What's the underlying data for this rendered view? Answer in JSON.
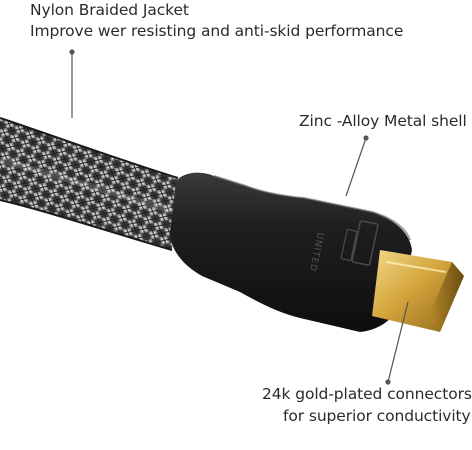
{
  "callouts": {
    "jacket": {
      "title": "Nylon Braided Jacket",
      "desc": "Improve wer resisting and anti-skid performance"
    },
    "shell": {
      "title": "Zinc -Alloy Metal shell"
    },
    "connector": {
      "line1": "24k gold-plated connectors",
      "line2": "for superior conductivity"
    }
  },
  "product_marking": "UNITED",
  "colors": {
    "background": "#ffffff",
    "text": "#2b2b2b",
    "leader_line": "#555555",
    "shell": "#1a1a1a",
    "gold": "#d4a53c"
  }
}
